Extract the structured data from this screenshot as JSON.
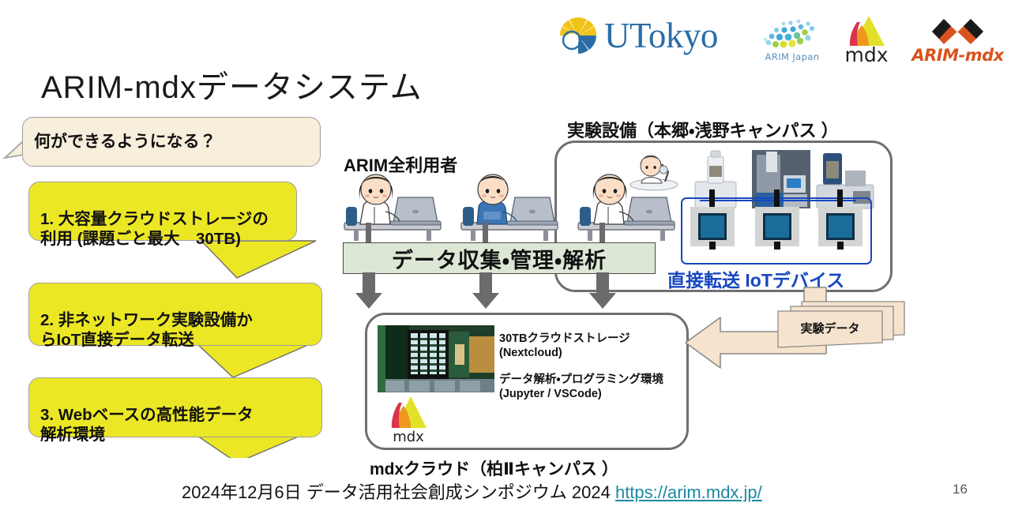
{
  "slide": {
    "title": "ARIM-mdxデータシステム",
    "page_number": "16"
  },
  "logos": [
    {
      "name": "utokyo-logo",
      "text": "UTokyo"
    },
    {
      "name": "arim-japan-logo",
      "text": "ARIM Japan"
    },
    {
      "name": "mdx-logo",
      "text": "mdx"
    },
    {
      "name": "arim-mdx-logo",
      "text": "ARIM-mdx"
    }
  ],
  "callouts": [
    {
      "id": "question",
      "style": "beige",
      "text": "何ができるようになる？"
    },
    {
      "id": "item1",
      "style": "yellow",
      "text": "1. 大容量クラウドストレージの\n利用 (課題ごと最大　30TB)"
    },
    {
      "id": "item2",
      "style": "yellow",
      "text": "2. 非ネットワーク実験設備か\nらIoT直接データ転送"
    },
    {
      "id": "item3",
      "style": "yellow",
      "text": "3. Webベースの高性能データ\n解析環境"
    }
  ],
  "diagram": {
    "users_label": "ARIM全利用者",
    "equipment_label": "実験設備（本郷・浅野キャンパス ）",
    "process_band": "データ収集・管理・解析",
    "iot_label": "直接転送 IoTデバイス",
    "experiment_data_label": "実験データ",
    "cloud_label": "mdxクラウド（柏Ⅱキャンパス ）",
    "cloud_items": [
      {
        "line1": "30TBクラウドストレージ",
        "line2": "(Nextcloud)"
      },
      {
        "line1": "データ解析・プログラミング環境",
        "line2": "(Jupyter / VSCode)"
      }
    ],
    "mdx_inline_logo": "mdx"
  },
  "footer": {
    "date_event": "2024年12月6日 データ活用社会創成シンポジウム 2024",
    "url": "https://arim.mdx.jp/"
  },
  "colors": {
    "yellow": "#ece725",
    "beige": "#f7eedb",
    "band_green": "#dce8d5",
    "iot_blue": "#1747c0",
    "link": "#1b8aa0",
    "utokyo_blue": "#2a6ca8",
    "arim_orange": "#d9531e"
  }
}
